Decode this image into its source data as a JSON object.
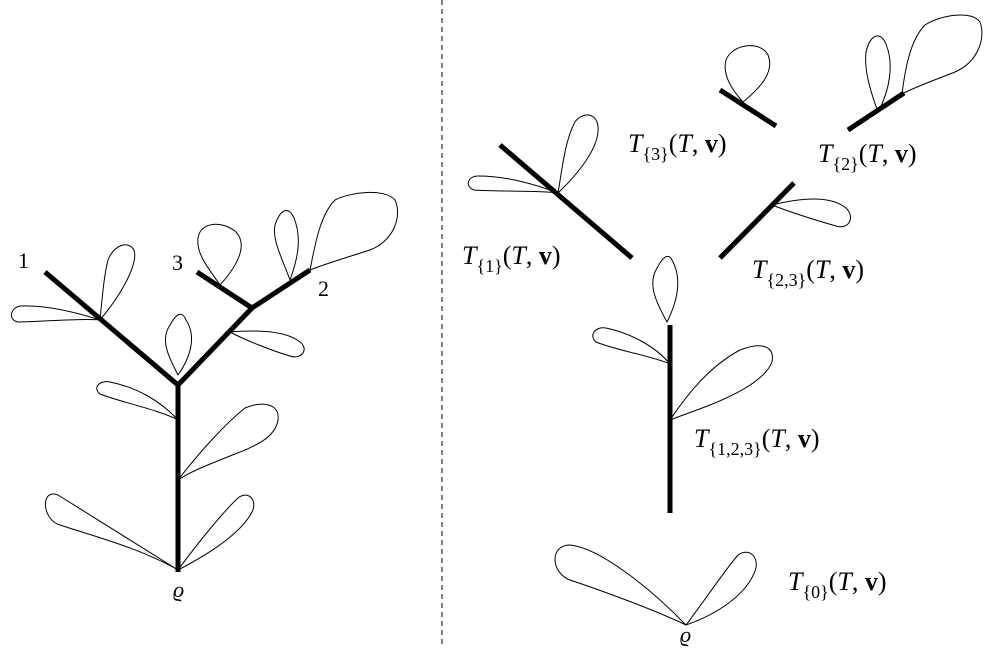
{
  "left_tree": {
    "labels": {
      "leaf_1": "1",
      "leaf_2": "2",
      "leaf_3": "3",
      "root": "ϱ"
    }
  },
  "right_tree": {
    "pieces": [
      {
        "symbol": "T",
        "subscript": "{3}",
        "args_open": "(",
        "arg1": "T",
        "comma": ", ",
        "arg2": "v",
        "args_close": ")"
      },
      {
        "symbol": "T",
        "subscript": "{2}",
        "args_open": "(",
        "arg1": "T",
        "comma": ", ",
        "arg2": "v",
        "args_close": ")"
      },
      {
        "symbol": "T",
        "subscript": "{1}",
        "args_open": "(",
        "arg1": "T",
        "comma": ", ",
        "arg2": "v",
        "args_close": ")"
      },
      {
        "symbol": "T",
        "subscript": "{2,3}",
        "args_open": "(",
        "arg1": "T",
        "comma": ", ",
        "arg2": "v",
        "args_close": ")"
      },
      {
        "symbol": "T",
        "subscript": "{1,2,3}",
        "args_open": "(",
        "arg1": "T",
        "comma": ", ",
        "arg2": "v",
        "args_close": ")"
      },
      {
        "symbol": "T",
        "subscript": "{0}",
        "args_open": "(",
        "arg1": "T",
        "comma": ", ",
        "arg2": "v",
        "args_close": ")"
      }
    ],
    "root": "ϱ"
  }
}
